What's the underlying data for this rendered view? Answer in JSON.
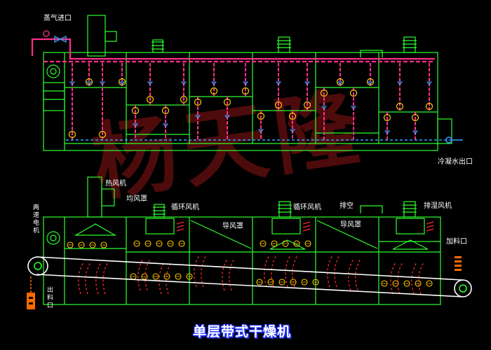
{
  "title": "单层带式干燥机",
  "labels": {
    "steam_inlet": "蒸气进口",
    "condensate_outlet": "冷凝水出口",
    "hot_air_fan": "热风机",
    "air_distribution_cover": "均风罩",
    "circulation_fan_1": "循环风机",
    "circulation_fan_2": "循环风机",
    "air_guide_1": "导风罩",
    "air_guide_2": "导风罩",
    "exhaust": "排空",
    "exhaust_fan": "排湿风机",
    "motor": "两速电机",
    "discharge": "出料口",
    "feed": "加料口"
  },
  "colors": {
    "frame": "#2dff2d",
    "steam_pipe": "#ff2f8a",
    "conveyor": "#ffffff",
    "air_flow": "#ff2a2a",
    "fan": "#2dff2d",
    "valve": "#3aa0ff",
    "feed_device": "#ff6a00",
    "title_outline": "#2233ff"
  }
}
